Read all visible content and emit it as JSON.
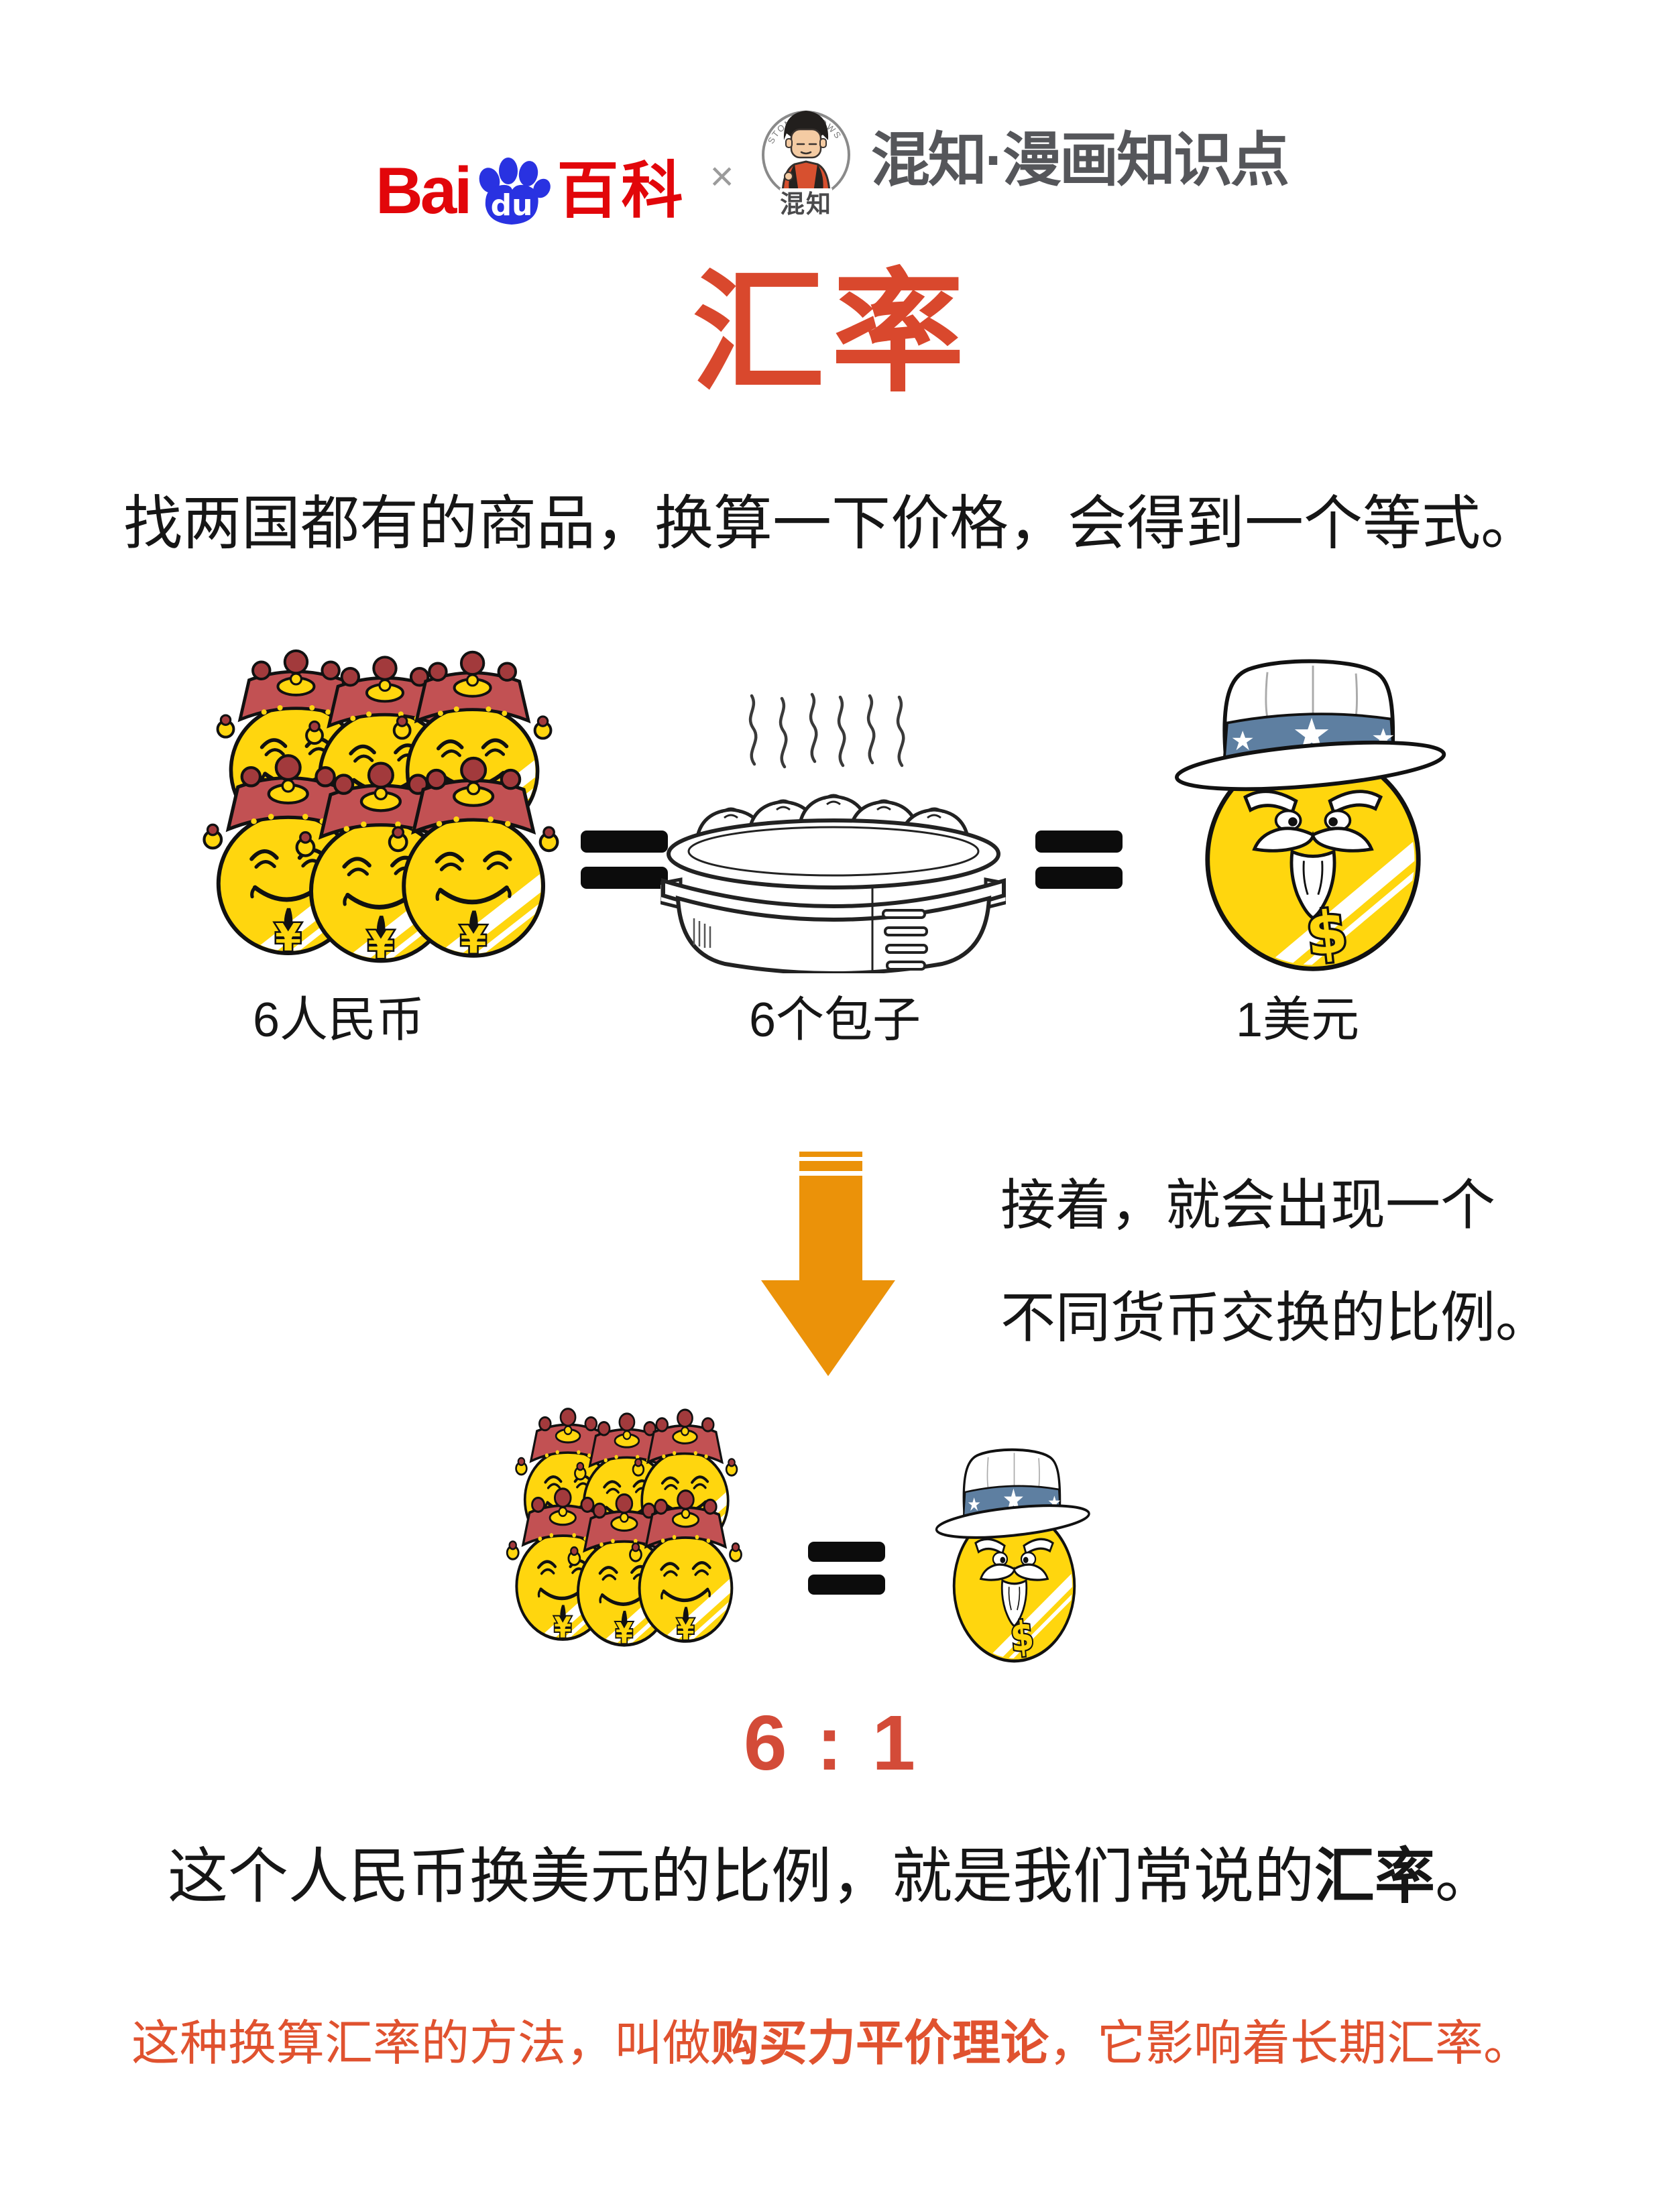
{
  "header": {
    "baidu": {
      "bai": "Bai",
      "du": "du",
      "baike": "百科"
    },
    "separator": "×",
    "hunzhi_logo": {
      "arc_text": "STONE KNOWS",
      "label": "混知"
    },
    "wordmark": "混知·漫画知识点"
  },
  "title": "汇率",
  "intro": "找两国都有的商品，换算一下价格，会得到一个等式。",
  "equation": {
    "equals_sign": "=",
    "items": [
      {
        "caption": "6人民币",
        "symbol": "¥"
      },
      {
        "caption": "6个包子"
      },
      {
        "caption": "1美元",
        "symbol": "$"
      }
    ]
  },
  "arrow_note": {
    "line1": "接着，就会出现一个",
    "line2": "不同货币交换的比例。"
  },
  "ratio": "6 : 1",
  "conclusion": {
    "prefix": "这个人民币换美元的比例，就是我们常说的",
    "emphasis": "汇率",
    "suffix": "。"
  },
  "footnote": {
    "prefix": "这种换算汇率的方法，叫做",
    "emphasis": "购买力平价理论",
    "suffix": "，它影响着长期汇率。"
  },
  "colors": {
    "title_red": "#D9482D",
    "ratio_red": "#D34B38",
    "footnote_red": "#E0522F",
    "arrow_orange": "#EB9209",
    "coin_yellow": "#FFD60E",
    "crown_red": "#C25153",
    "hat_band_blue": "#5E7FA1",
    "baidu_red": "#E2060A",
    "baidu_blue": "#2932E1",
    "wordmark_gray": "#55565A",
    "text_black": "#161616"
  }
}
